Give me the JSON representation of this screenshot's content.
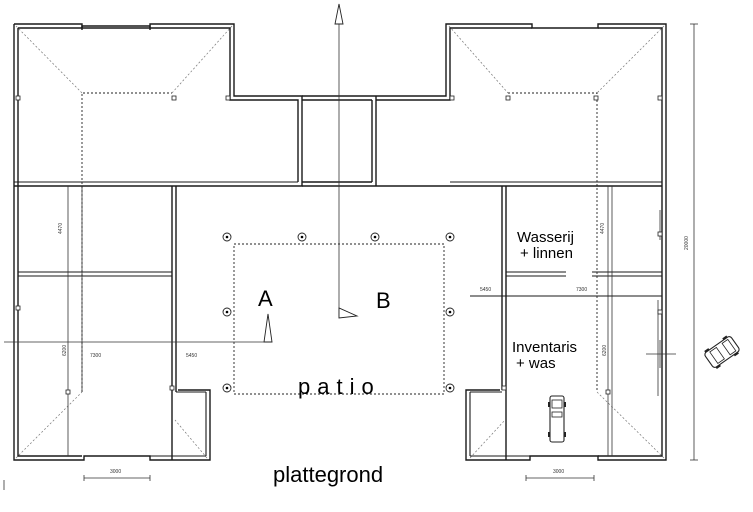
{
  "labels": {
    "section_a": "A",
    "section_b": "B",
    "patio": "patio",
    "title": "plattegrond",
    "room_laundry_line1": "Wasserij",
    "room_laundry_line2": "+ linnen",
    "room_inventory_line1": "Inventaris",
    "room_inventory_line2": "+ was"
  },
  "dimensions": {
    "scale_left": "3000",
    "scale_right": "3000",
    "overall_height": "20000",
    "left_span_a": "7300",
    "left_span_b": "5450",
    "right_span_a": "5450",
    "right_span_b": "7300",
    "left_wing_depth": "6200",
    "right_wing_depth": "6200",
    "left_upper": "4470",
    "right_upper": "4470"
  }
}
